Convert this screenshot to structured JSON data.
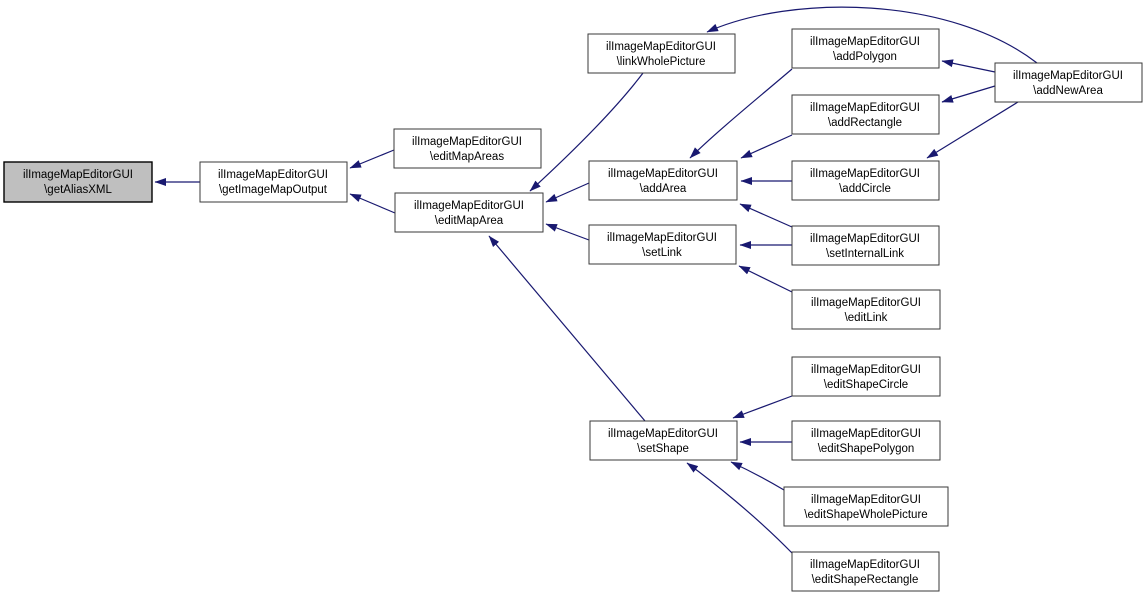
{
  "diagram": {
    "type": "call-graph",
    "class_name": "ilImageMapEditorGUI",
    "colors": {
      "bg": "#ffffff",
      "edge": "#191970",
      "node_fill": "#ffffff",
      "node_border": "#3a3a3a",
      "highlight_fill": "#bfbfbf"
    },
    "nodes": [
      {
        "id": "getAliasXML",
        "class_line": "ilImageMapEditorGUI",
        "method_line": "\\getAliasXML",
        "highlighted": true
      },
      {
        "id": "getImageMapOutput",
        "class_line": "ilImageMapEditorGUI",
        "method_line": "\\getImageMapOutput",
        "highlighted": false
      },
      {
        "id": "editMapAreas",
        "class_line": "ilImageMapEditorGUI",
        "method_line": "\\editMapAreas",
        "highlighted": false
      },
      {
        "id": "editMapArea",
        "class_line": "ilImageMapEditorGUI",
        "method_line": "\\editMapArea",
        "highlighted": false
      },
      {
        "id": "linkWholePicture",
        "class_line": "ilImageMapEditorGUI",
        "method_line": "\\linkWholePicture",
        "highlighted": false
      },
      {
        "id": "addArea",
        "class_line": "ilImageMapEditorGUI",
        "method_line": "\\addArea",
        "highlighted": false
      },
      {
        "id": "setLink",
        "class_line": "ilImageMapEditorGUI",
        "method_line": "\\setLink",
        "highlighted": false
      },
      {
        "id": "setShape",
        "class_line": "ilImageMapEditorGUI",
        "method_line": "\\setShape",
        "highlighted": false
      },
      {
        "id": "addPolygon",
        "class_line": "ilImageMapEditorGUI",
        "method_line": "\\addPolygon",
        "highlighted": false
      },
      {
        "id": "addRectangle",
        "class_line": "ilImageMapEditorGUI",
        "method_line": "\\addRectangle",
        "highlighted": false
      },
      {
        "id": "addCircle",
        "class_line": "ilImageMapEditorGUI",
        "method_line": "\\addCircle",
        "highlighted": false
      },
      {
        "id": "setInternalLink",
        "class_line": "ilImageMapEditorGUI",
        "method_line": "\\setInternalLink",
        "highlighted": false
      },
      {
        "id": "editLink",
        "class_line": "ilImageMapEditorGUI",
        "method_line": "\\editLink",
        "highlighted": false
      },
      {
        "id": "editShapeCircle",
        "class_line": "ilImageMapEditorGUI",
        "method_line": "\\editShapeCircle",
        "highlighted": false
      },
      {
        "id": "editShapePolygon",
        "class_line": "ilImageMapEditorGUI",
        "method_line": "\\editShapePolygon",
        "highlighted": false
      },
      {
        "id": "editShapeWholePicture",
        "class_line": "ilImageMapEditorGUI",
        "method_line": "\\editShapeWholePicture",
        "highlighted": false
      },
      {
        "id": "editShapeRectangle",
        "class_line": "ilImageMapEditorGUI",
        "method_line": "\\editShapeRectangle",
        "highlighted": false
      },
      {
        "id": "addNewArea",
        "class_line": "ilImageMapEditorGUI",
        "method_line": "\\addNewArea",
        "highlighted": false
      }
    ],
    "edges": [
      {
        "from": "getImageMapOutput",
        "to": "getAliasXML"
      },
      {
        "from": "editMapAreas",
        "to": "getImageMapOutput"
      },
      {
        "from": "editMapArea",
        "to": "getImageMapOutput"
      },
      {
        "from": "linkWholePicture",
        "to": "editMapArea"
      },
      {
        "from": "addArea",
        "to": "editMapArea"
      },
      {
        "from": "setLink",
        "to": "editMapArea"
      },
      {
        "from": "setShape",
        "to": "editMapArea"
      },
      {
        "from": "addNewArea",
        "to": "linkWholePicture"
      },
      {
        "from": "addPolygon",
        "to": "addArea"
      },
      {
        "from": "addRectangle",
        "to": "addArea"
      },
      {
        "from": "addCircle",
        "to": "addArea"
      },
      {
        "from": "setInternalLink",
        "to": "addArea"
      },
      {
        "from": "addNewArea",
        "to": "addPolygon"
      },
      {
        "from": "addNewArea",
        "to": "addRectangle"
      },
      {
        "from": "addNewArea",
        "to": "addCircle"
      },
      {
        "from": "setInternalLink",
        "to": "setLink"
      },
      {
        "from": "editLink",
        "to": "setLink"
      },
      {
        "from": "editShapeCircle",
        "to": "setShape"
      },
      {
        "from": "editShapePolygon",
        "to": "setShape"
      },
      {
        "from": "editShapeWholePicture",
        "to": "setShape"
      },
      {
        "from": "editShapeRectangle",
        "to": "setShape"
      }
    ]
  }
}
